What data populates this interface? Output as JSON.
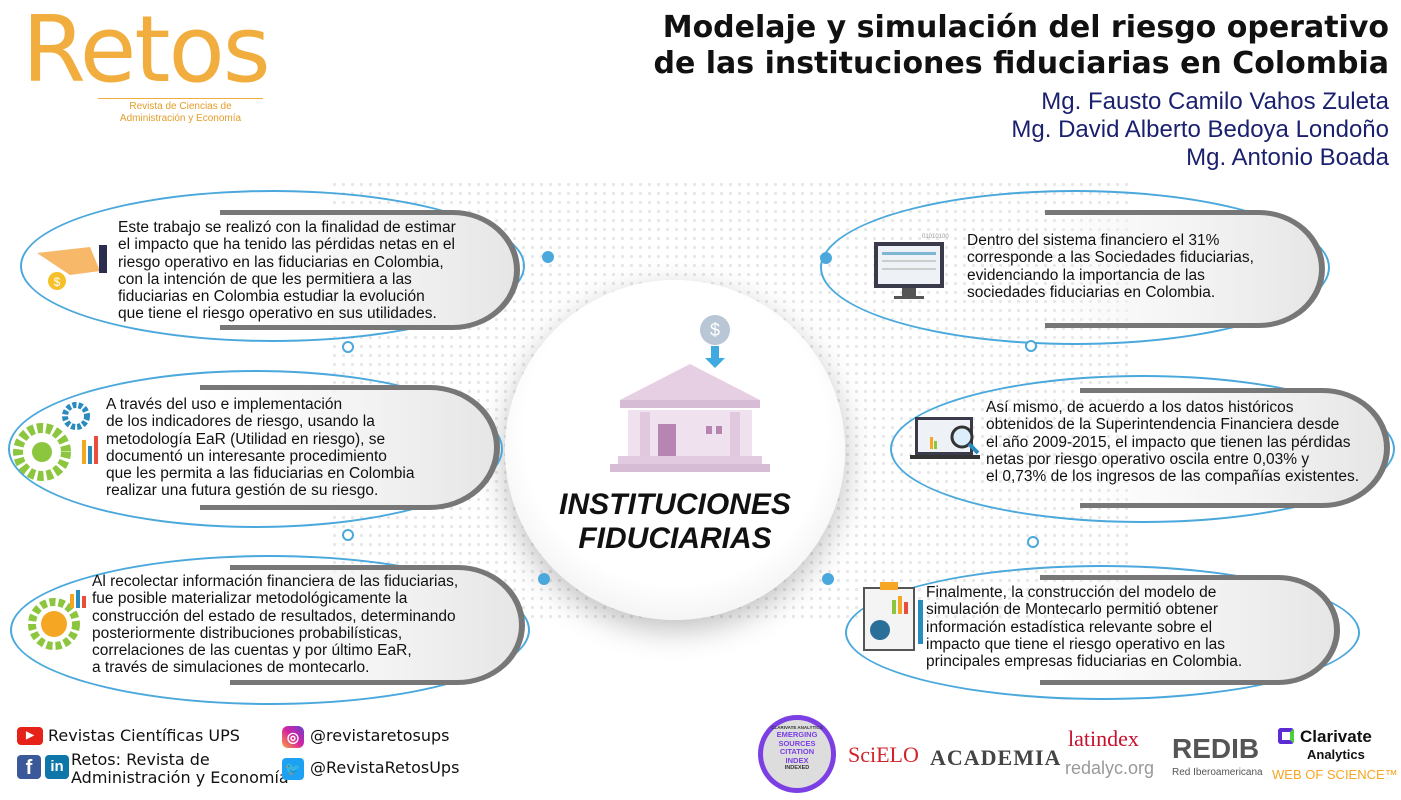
{
  "logo": {
    "name": "Retos",
    "subtitle_line1": "Revista de Ciencias de",
    "subtitle_line2": "Administración y Economía"
  },
  "header": {
    "title_line1": "Modelaje y simulación del riesgo operativo",
    "title_line2": "de las instituciones fiduciarias en Colombia",
    "authors": [
      "Mg. Fausto Camilo Vahos Zuleta",
      "Mg. David Alberto Bedoya Londoño",
      "Mg. Antonio Boada"
    ]
  },
  "center": {
    "line1": "INSTITUCIONES",
    "line2": "FIDUCIARIAS"
  },
  "panels": [
    {
      "icon": "hand-coin-icon",
      "lines": [
        "Este trabajo se realizó con la finalidad de estimar",
        "el impacto que ha tenido las pérdidas netas en el",
        "riesgo operativo en las fiduciarias en Colombia,",
        "con la intención de que les permitiera a las",
        "fiduciarias en Colombia estudiar la evolución",
        "que tiene el riesgo operativo en sus utilidades."
      ]
    },
    {
      "icon": "gears-chart-icon",
      "lines": [
        "A través del uso e implementación",
        "de los indicadores de riesgo, usando la",
        "metodología EaR (Utilidad en riesgo), se",
        "documentó un interesante procedimiento",
        "que les permita a las fiduciarias en Colombia",
        "realizar una futura gestión de su riesgo."
      ]
    },
    {
      "icon": "gear-pie-chart-icon",
      "lines": [
        "Al recolectar información financiera de las fiduciarias,",
        "fue posible materializar metodológicamente la",
        "construcción del estado de resultados, determinando",
        "posteriormente distribuciones probabilísticas,",
        "correlaciones de las cuentas y por último EaR,",
        "a través de simulaciones de montecarlo."
      ]
    },
    {
      "icon": "monitor-data-icon",
      "lines": [
        "Dentro del sistema financiero el 31%",
        "corresponde a las Sociedades fiduciarias,",
        "evidenciando la importancia de las",
        "sociedades fiduciarias en Colombia."
      ]
    },
    {
      "icon": "laptop-magnifier-icon",
      "lines": [
        "Así mismo, de acuerdo a los datos históricos",
        "obtenidos de la Superintendencia Financiera desde",
        "el año 2009-2015, el impacto que tienen las pérdidas",
        "netas por riesgo operativo oscila entre 0,03% y",
        "el 0,73% de los ingresos de las compañías existentes."
      ]
    },
    {
      "icon": "clipboard-report-icon",
      "lines": [
        "Finalmente, la construcción del modelo de",
        "simulación de Montecarlo permitió obtener",
        "información estadística relevante sobre el",
        "impacto que tiene el riesgo operativo en las",
        "principales empresas fiduciarias en Colombia."
      ]
    }
  ],
  "social": {
    "youtube": "Revistas Científicas UPS",
    "facebook_linkedin_line1": "Retos: Revista de",
    "facebook_linkedin_line2": "Administración y Economía",
    "instagram": "@revistaretosups",
    "twitter": "@RevistaRetosUps"
  },
  "indexes": {
    "esci": [
      "CLARIVATE ANALYTICS",
      "EMERGING",
      "SOURCES",
      "CITATION",
      "INDEX",
      "INDEXED"
    ],
    "scielo": "SciELO",
    "academia": "ACADEMIA",
    "latindex": "latindex",
    "redalyc": "redalyc.org",
    "redib": "REDIB",
    "redib_sub": "Red Iberoamericana",
    "clarivate": "Clarivate",
    "clarivate_sub": "Analytics",
    "wos": "WEB OF SCIENCE™"
  },
  "colors": {
    "accent": "#4aa8dc",
    "logo": "#f1ae3f",
    "authors": "#1a1f6e"
  }
}
